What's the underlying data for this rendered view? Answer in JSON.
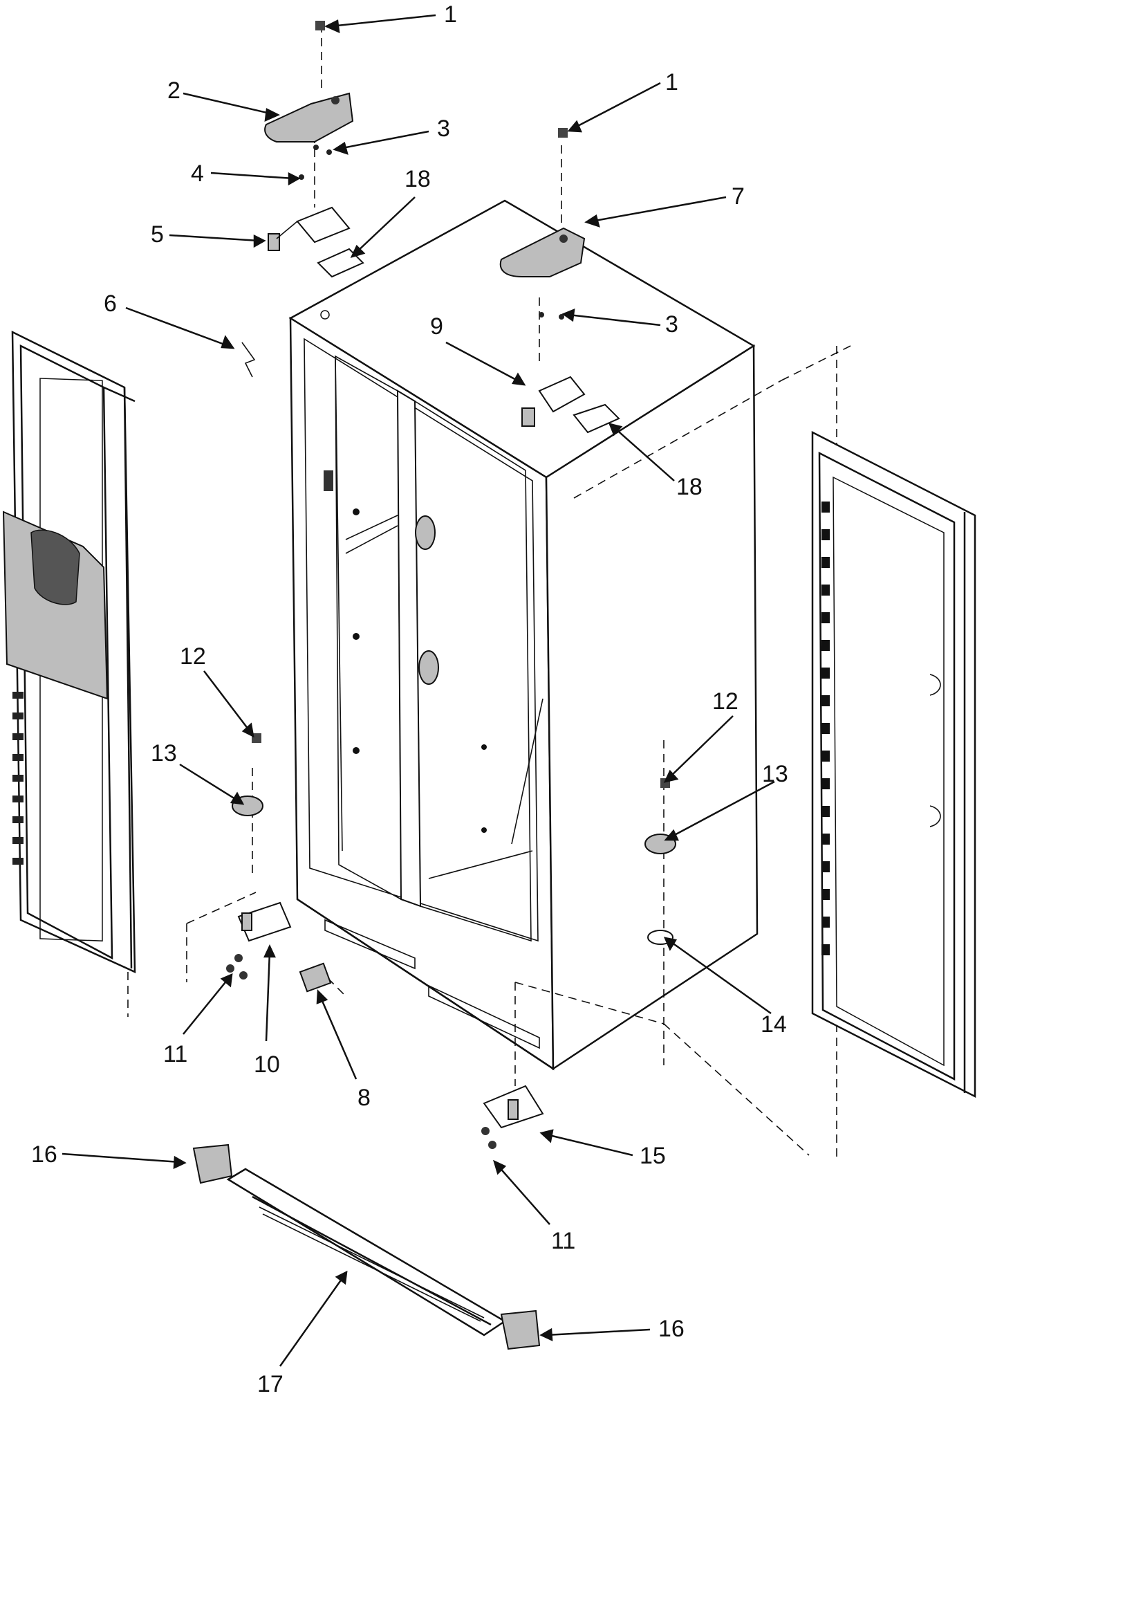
{
  "diagram": {
    "colors": {
      "ink": "#111111",
      "part_shade": "#bdbdbd",
      "background": "#ffffff"
    },
    "callouts": [
      {
        "label": "1",
        "name": "callout-1-top-left-screw"
      },
      {
        "label": "2",
        "name": "callout-2-top-hinge-cover-left"
      },
      {
        "label": "3",
        "name": "callout-3-left-screws"
      },
      {
        "label": "4",
        "name": "callout-4-screw"
      },
      {
        "label": "5",
        "name": "callout-5-top-hinge-left"
      },
      {
        "label": "18",
        "name": "callout-18-shim-left"
      },
      {
        "label": "1",
        "name": "callout-1-top-right-screw"
      },
      {
        "label": "7",
        "name": "callout-7-top-hinge-cover-right"
      },
      {
        "label": "3",
        "name": "callout-3-right-screws"
      },
      {
        "label": "9",
        "name": "callout-9-top-hinge-right"
      },
      {
        "label": "18",
        "name": "callout-18-shim-right"
      },
      {
        "label": "6",
        "name": "callout-6-clip"
      },
      {
        "label": "12",
        "name": "callout-12-left-screw"
      },
      {
        "label": "13",
        "name": "callout-13-left-stop"
      },
      {
        "label": "12",
        "name": "callout-12-right-screw"
      },
      {
        "label": "13",
        "name": "callout-13-right-stop"
      },
      {
        "label": "14",
        "name": "callout-14-washer"
      },
      {
        "label": "11",
        "name": "callout-11-left-screws"
      },
      {
        "label": "10",
        "name": "callout-10-bottom-hinge-left"
      },
      {
        "label": "8",
        "name": "callout-8-spacer"
      },
      {
        "label": "15",
        "name": "callout-15-bottom-hinge-right"
      },
      {
        "label": "11",
        "name": "callout-11-right-screws"
      },
      {
        "label": "16",
        "name": "callout-16-grille-end-left"
      },
      {
        "label": "16",
        "name": "callout-16-grille-end-right"
      },
      {
        "label": "17",
        "name": "callout-17-toe-grille"
      }
    ]
  }
}
